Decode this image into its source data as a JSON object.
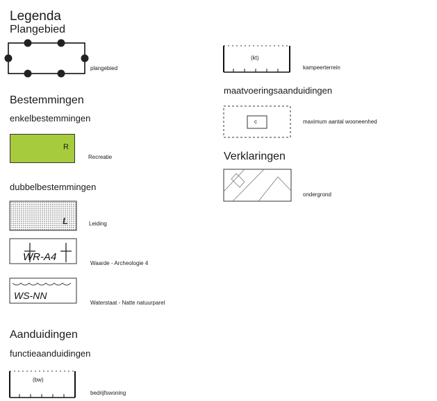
{
  "left": {
    "title": "Legenda",
    "plangebied": {
      "heading": "Plangebied",
      "label": "plangebied"
    },
    "bestemmingen": {
      "heading": "Bestemmingen",
      "enkel_heading": "enkelbestemmingen",
      "recreatie": {
        "code": "R",
        "label": "Recreatie",
        "fill": "#a6cc3d"
      },
      "dubbel_heading": "dubbelbestemmingen",
      "leiding": {
        "code": "L",
        "label": "Leiding"
      },
      "waarde": {
        "code": "WR-A4",
        "label": "Waarde - Archeologie 4"
      },
      "waterstaat": {
        "code": "WS-NN",
        "label": "Waterstaat - Natte natuurparel"
      }
    },
    "aanduidingen": {
      "heading": "Aanduidingen",
      "functie_heading": "functieaanduidingen",
      "bedrijfswoning": {
        "code": "(bw)",
        "label": "bedrijfswoning"
      }
    }
  },
  "right": {
    "kampeerterrein": {
      "code": "(kt)",
      "label": "kampeerterrein"
    },
    "maatvoering": {
      "heading": "maatvoeringsaanduidingen",
      "code": "c",
      "label": "maximum aantal wooneenhed"
    },
    "verklaringen": {
      "heading": "Verklaringen",
      "ondergrond": {
        "label": "ondergrond"
      }
    }
  }
}
